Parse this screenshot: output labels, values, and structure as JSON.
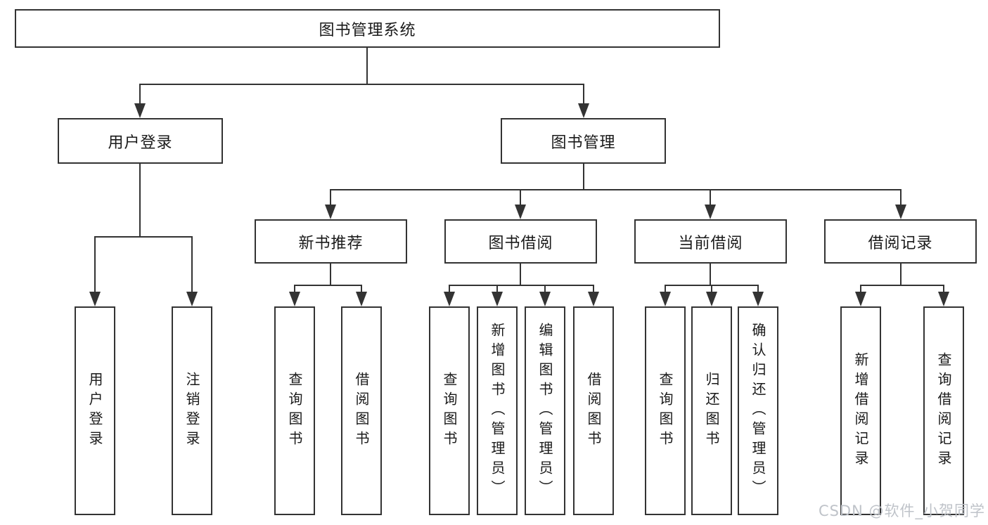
{
  "diagram": {
    "root": {
      "label": "图书管理系统"
    },
    "branches": [
      {
        "label": "用户登录",
        "children": [
          {
            "label": "用户登录"
          },
          {
            "label": "注销登录"
          }
        ]
      },
      {
        "label": "图书管理",
        "children": [
          {
            "label": "新书推荐",
            "children": [
              {
                "label": "查询图书"
              },
              {
                "label": "借阅图书"
              }
            ]
          },
          {
            "label": "图书借阅",
            "children": [
              {
                "label": "查询图书"
              },
              {
                "label": "新增图书（管理员）"
              },
              {
                "label": "编辑图书（管理员）"
              },
              {
                "label": "借阅图书"
              }
            ]
          },
          {
            "label": "当前借阅",
            "children": [
              {
                "label": "查询图书"
              },
              {
                "label": "归还图书"
              },
              {
                "label": "确认归还（管理员）"
              }
            ]
          },
          {
            "label": "借阅记录",
            "children": [
              {
                "label": "新增借阅记录"
              },
              {
                "label": "查询借阅记录"
              }
            ]
          }
        ]
      }
    ]
  },
  "watermark": {
    "text": "CSDN @软件_小贺同学"
  },
  "colors": {
    "line": "#333333",
    "box_border": "#333333",
    "text": "#1a1a1a",
    "watermark": "#bfc3c9",
    "background": "#ffffff"
  }
}
